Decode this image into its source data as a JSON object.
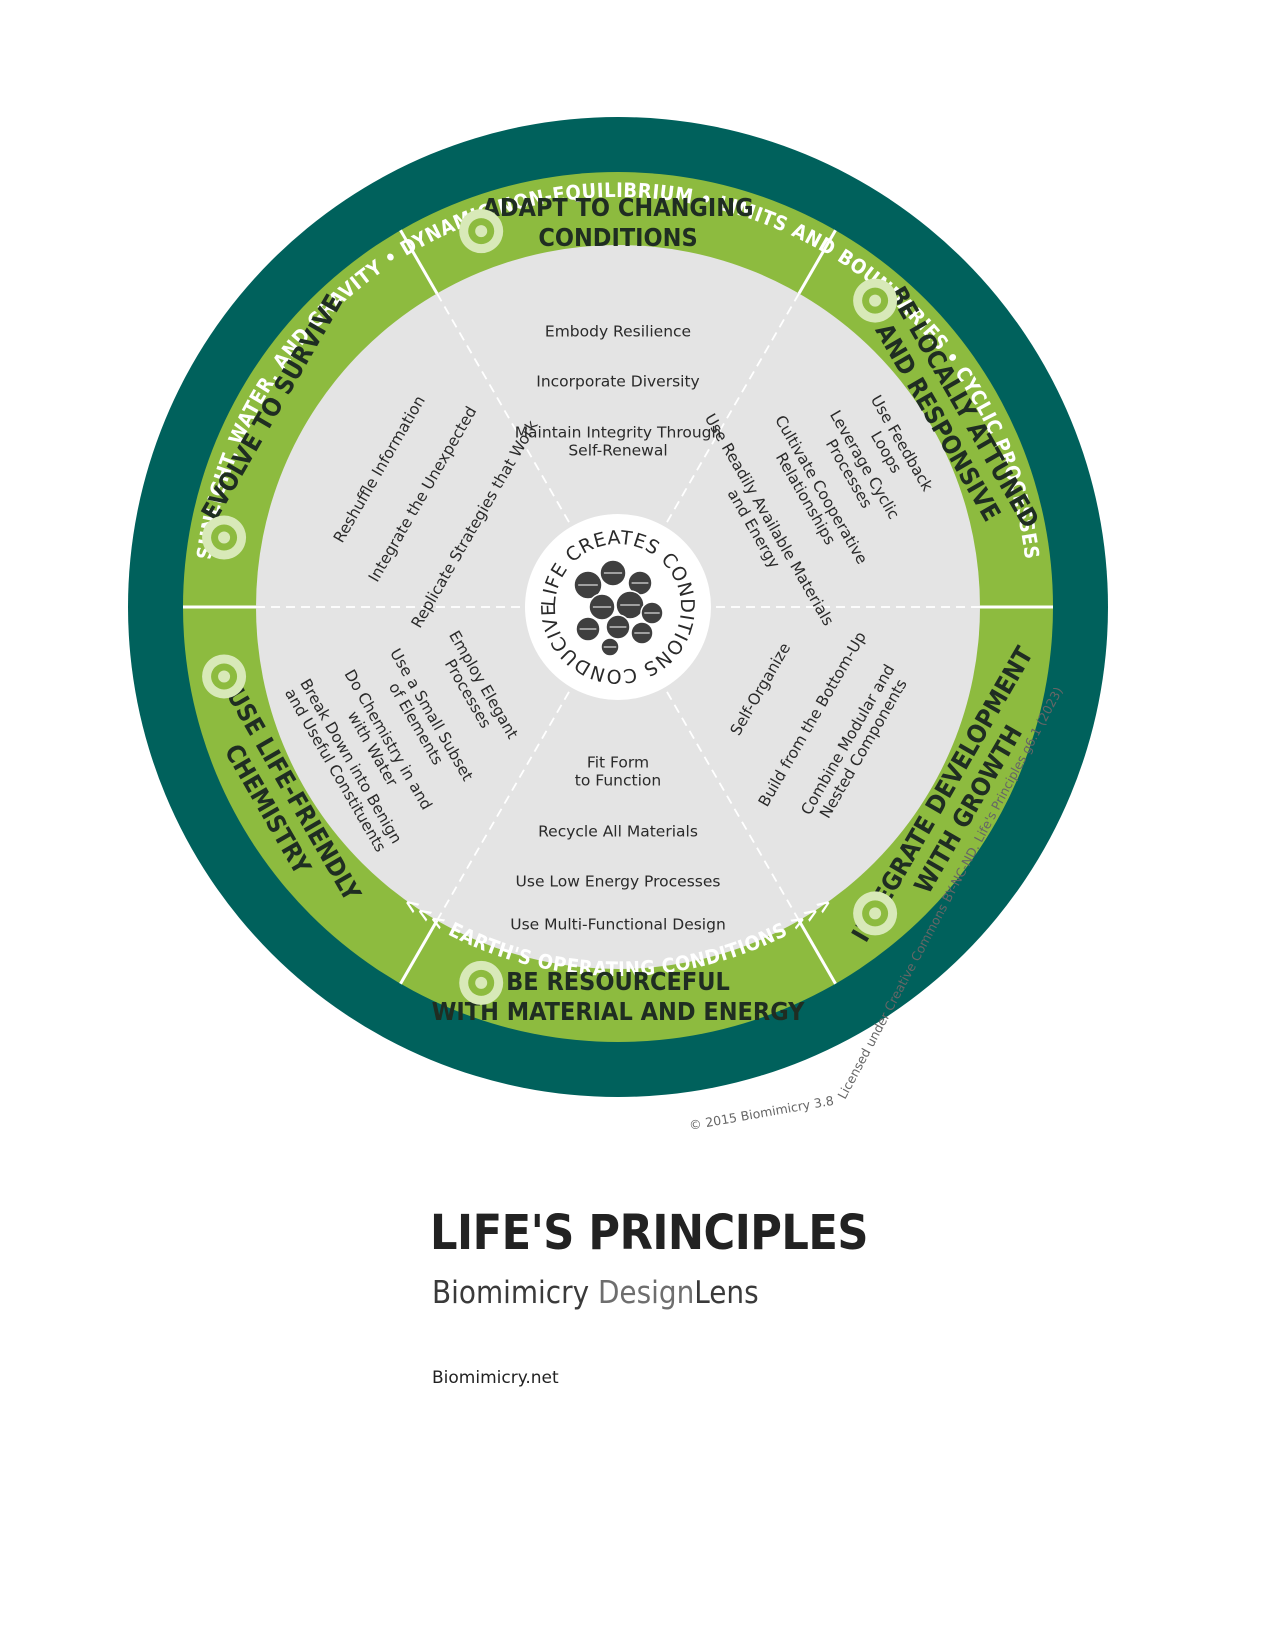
{
  "outer_ring": {
    "items": [
      "SUNLIGHT, WATER, AND GRAVITY",
      "DYNAMIC NON-EQUILIBRIUM",
      "LIMITS AND BOUNDARIES",
      "CYCLIC PROCESSES"
    ],
    "bottom_label": "<<<  EARTH'S OPERATING  CONDITIONS  >>>"
  },
  "categories": [
    {
      "label_lines": [
        "ADAPT TO CHANGING",
        "CONDITIONS"
      ],
      "icon": "circular-arrow-icon",
      "principles": [
        [
          "Maintain Integrity Through",
          "Self-Renewal"
        ],
        [
          "Incorporate Diversity"
        ],
        [
          "Embody Resilience"
        ]
      ]
    },
    {
      "label_lines": [
        "BE LOCALLY ATTUNED",
        "AND RESPONSIVE"
      ],
      "icon": "leaf-icon",
      "principles": [
        [
          "Use Readily Available Materials",
          "and Energy"
        ],
        [
          "Cultivate Cooperative",
          "Relationships"
        ],
        [
          "Leverage Cyclic",
          "Processes"
        ],
        [
          "Use Feedback",
          "Loops"
        ]
      ]
    },
    {
      "label_lines": [
        "INTEGRATE DEVELOPMENT",
        "WITH GROWTH"
      ],
      "icon": "target-icon",
      "principles": [
        [
          "Self-Organize"
        ],
        [
          "Build from the Bottom-Up"
        ],
        [
          "Combine Modular and",
          "Nested Components"
        ]
      ]
    },
    {
      "label_lines": [
        "BE RESOURCEFUL",
        "WITH MATERIAL AND ENERGY"
      ],
      "icon": "dotted-circle-icon",
      "principles": [
        [
          "Fit Form",
          "to Function"
        ],
        [
          "Recycle All Materials"
        ],
        [
          "Use Low Energy Processes"
        ],
        [
          "Use Multi-Functional Design"
        ]
      ]
    },
    {
      "label_lines": [
        "USE LIFE-FRIENDLY",
        "CHEMISTRY"
      ],
      "icon": "droplet-icon",
      "principles": [
        [
          "Employ Elegant",
          "Processes"
        ],
        [
          "Use a Small Subset",
          "of Elements"
        ],
        [
          "Do Chemistry in and",
          "with Water"
        ],
        [
          "Break Down into Benign",
          "and Useful Constituents"
        ]
      ]
    },
    {
      "label_lines": [
        "EVOLVE TO SURVIVE"
      ],
      "icon": "bubbles-icon",
      "principles": [
        [
          "Replicate Strategies that Work"
        ],
        [
          "Integrate the Unexpected"
        ],
        [
          "Reshuffle Information"
        ]
      ]
    }
  ],
  "center": {
    "text": "LIFE CREATES CONDITIONS CONDUCIVE TO ",
    "icon": "cell-cluster-icon"
  },
  "copyright": "© 2015 Biomimicry 3.8",
  "license": "Licensed under Creative Commons BY-NC-ND. Life's Principles g6.1 (2023)",
  "title": "LIFE'S PRINCIPLES",
  "subtitle": {
    "part1": "Biomimicry ",
    "part2": "Design",
    "part3": "Lens"
  },
  "website": "Biomimicry.net",
  "colors": {
    "dark_teal": "#00615c",
    "green": "#8dbb3f",
    "light_green": "#a8c95a",
    "grey": "#e4e4e4",
    "text_dark": "#1f2d22"
  }
}
